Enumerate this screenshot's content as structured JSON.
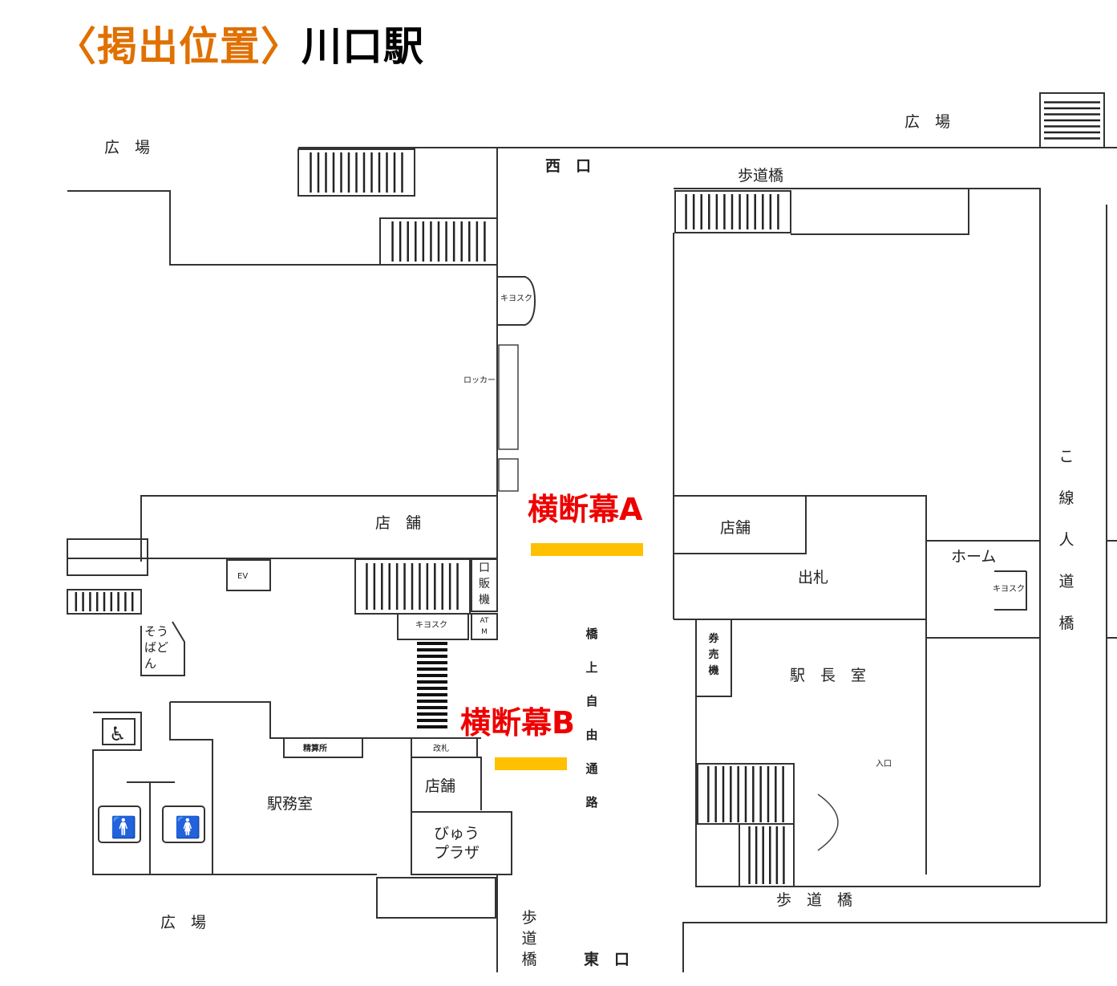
{
  "title": {
    "prefix": "〈掲出位置〉",
    "station": "川口駅"
  },
  "labels": {
    "plaza_top_left": "広　場",
    "plaza_top_right": "広　場",
    "plaza_bottom": "広　場",
    "west_exit": "西　口",
    "east_exit": "東　口",
    "footbridge_top": "歩道橋",
    "footbridge_bottom": "歩　道　橋",
    "footbridge_east": [
      "歩",
      "道",
      "橋"
    ],
    "shop_left": "店　舗",
    "shop_right": "店舗",
    "shop_bottom": "店舗",
    "ticket_gate_right": "出札",
    "station_master": "駅　長　室",
    "station_office": "駅務室",
    "home": "ホーム",
    "locker": "ロッカー",
    "kiosk_top": "キヨスク",
    "kiosk_mid": "キヨスク",
    "kiosk_right": "キヨスク",
    "vending": [
      "口",
      "販",
      "機"
    ],
    "atm": [
      "AT",
      "M"
    ],
    "soba": [
      "そう",
      "ばど",
      "ん"
    ],
    "ticket_machine": [
      "券",
      "売",
      "機"
    ],
    "fare_adjust": "精算所",
    "gate": "改札",
    "plaza_shop": [
      "びゅう",
      "プラザ"
    ],
    "entrance": "入口",
    "ev": "EV",
    "free_passage": [
      "橋",
      "上",
      "自",
      "由",
      "通",
      "路"
    ],
    "line_bridge": [
      "こ",
      "線",
      "人",
      "道",
      "橋"
    ]
  },
  "banners": [
    {
      "name": "横断幕A",
      "color": "#ffc000"
    },
    {
      "name": "横断幕B",
      "color": "#ffc000"
    }
  ],
  "colors": {
    "title_accent": "#e07000",
    "banner_label": "#ee0000",
    "banner_bar": "#ffc000"
  }
}
